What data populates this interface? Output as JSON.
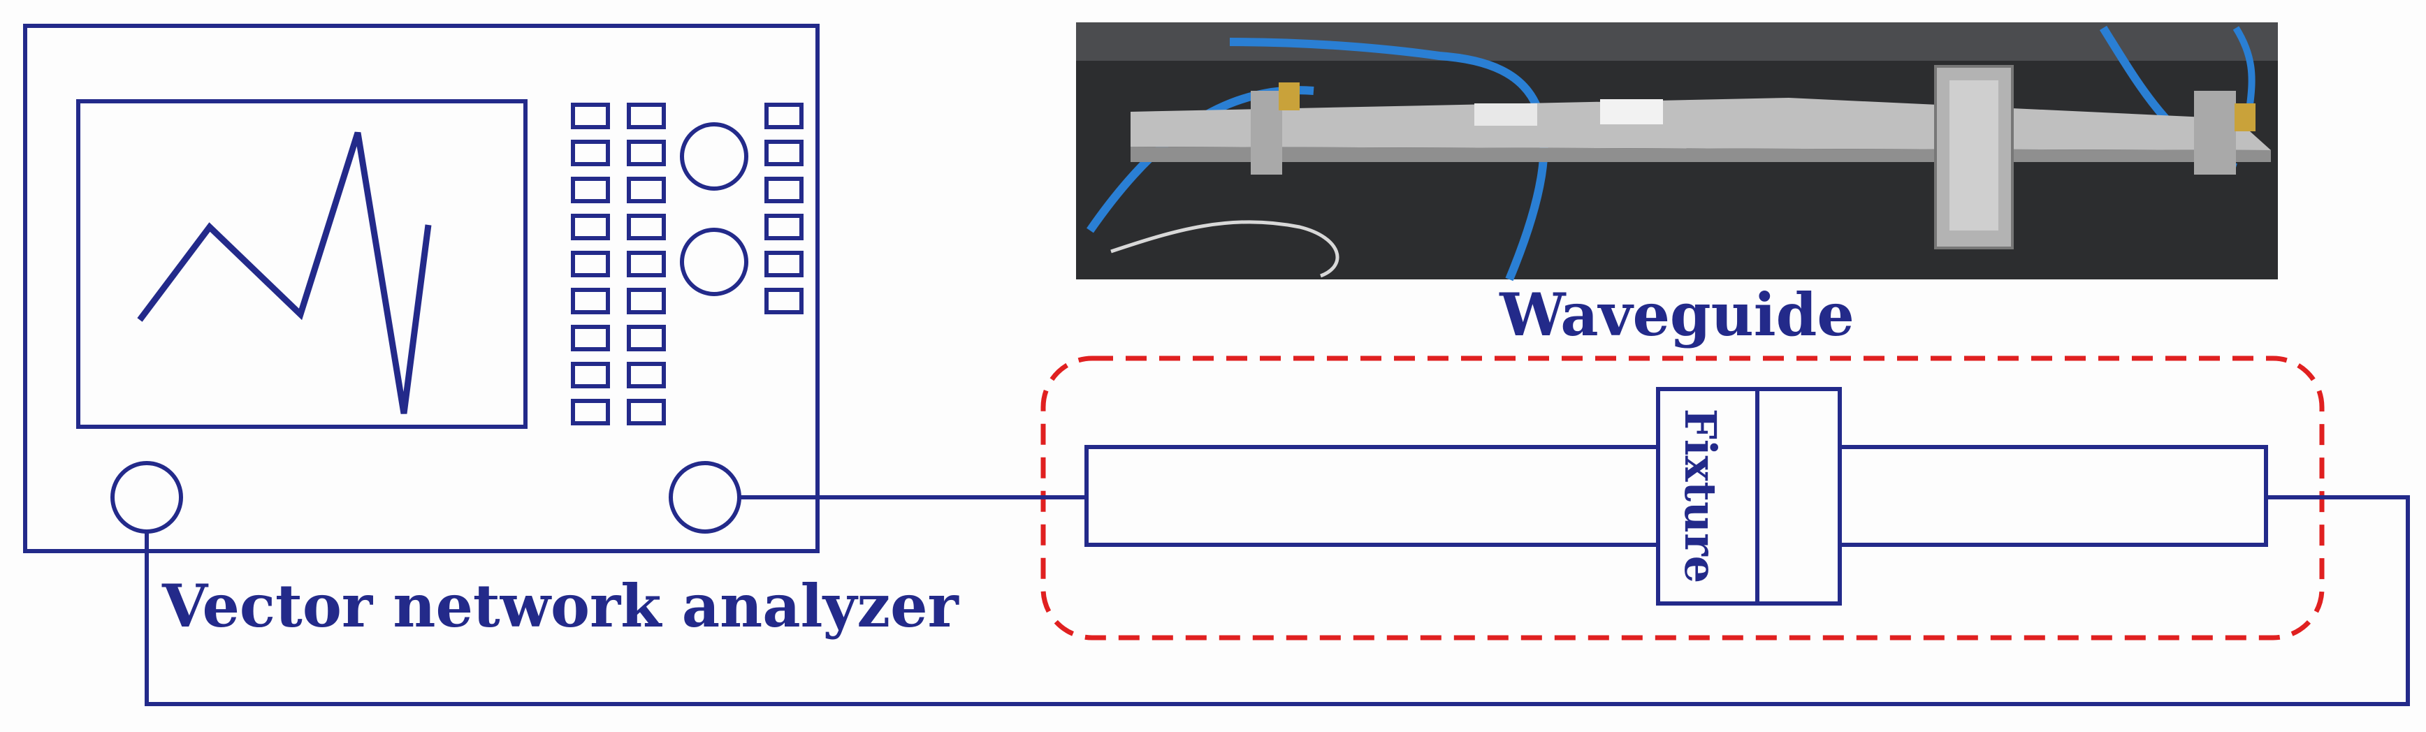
{
  "labels": {
    "vna": "Vector network analyzer",
    "waveguide": "Waveguide",
    "fixture": "Fixture"
  },
  "colors": {
    "stroke": "#232a8a",
    "dashed_box": "#e02020",
    "background": "#fdfdfd"
  },
  "icons": {
    "trace": "zigzag-signal-trace",
    "keys": "keypad-button-icon",
    "knob": "dial-knob-icon",
    "port": "port-connector-icon"
  }
}
